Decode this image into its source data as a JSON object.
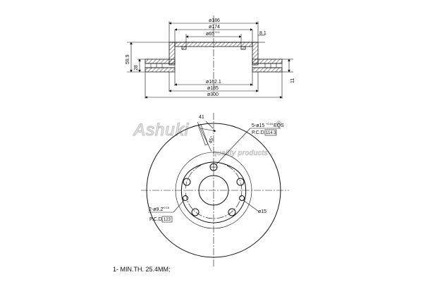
{
  "brand": {
    "name": "Ashuki",
    "tagline": "quality products",
    "registered_mark": "®"
  },
  "side_view": {
    "dia_outer_top": "ø186",
    "dia_174": "ø174",
    "dia_hub": "ø65",
    "dia_hub_tol": "+0.1\n0",
    "dim_8_1": "8.1",
    "height_total": "59.9",
    "height_28": "28",
    "thickness_11": "11",
    "dia_162": "ø162.1",
    "dia_185": "ø185",
    "dia_300": "ø300"
  },
  "front_view": {
    "angle_41": "41",
    "vent_angle": "45°",
    "bolt_holes_label": "5-ø15",
    "bolt_holes_tol": "+0.16\n0",
    "bolt_holes_suffix": "EQS",
    "pcd_label_bolts": "P.C.D.",
    "pcd_value_bolts": "114.3",
    "pilot_holes_label": "2-ø9.2",
    "pilot_holes_tol": "+0.16\n0",
    "pcd_label_pilot": "P.C.D.",
    "pcd_value_pilot": "123",
    "hole_15": "ø15"
  },
  "footnote": "1- MIN.TH. 25.4MM;"
}
